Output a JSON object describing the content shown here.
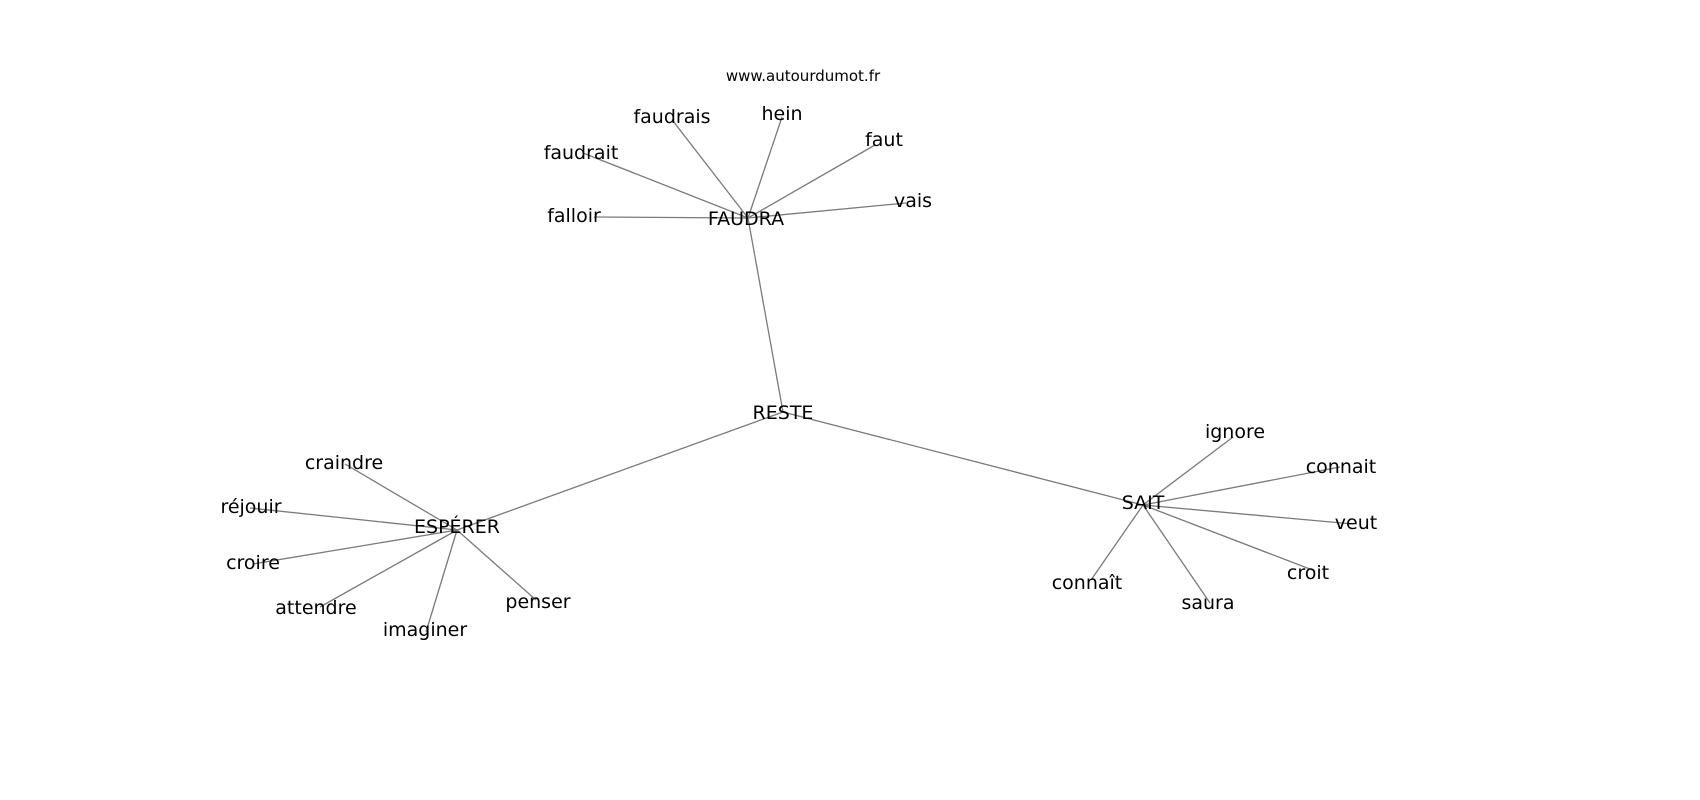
{
  "title": "www.autourdumot.fr",
  "center": "RESTE",
  "hubs": [
    {
      "id": "faudra",
      "label": "FAUDRA",
      "leaves": [
        "falloir",
        "faudrait",
        "faudrais",
        "hein",
        "faut",
        "vais"
      ]
    },
    {
      "id": "esperer",
      "label": "ESPÉRER",
      "leaves": [
        "craindre",
        "réjouir",
        "croire",
        "attendre",
        "imaginer",
        "penser"
      ]
    },
    {
      "id": "sait",
      "label": "SAIT",
      "leaves": [
        "ignore",
        "connait",
        "veut",
        "croit",
        "saura",
        "connaît"
      ]
    }
  ],
  "colors": {
    "edge": "#7a7a7a",
    "text": "#000000",
    "background": "#ffffff"
  }
}
